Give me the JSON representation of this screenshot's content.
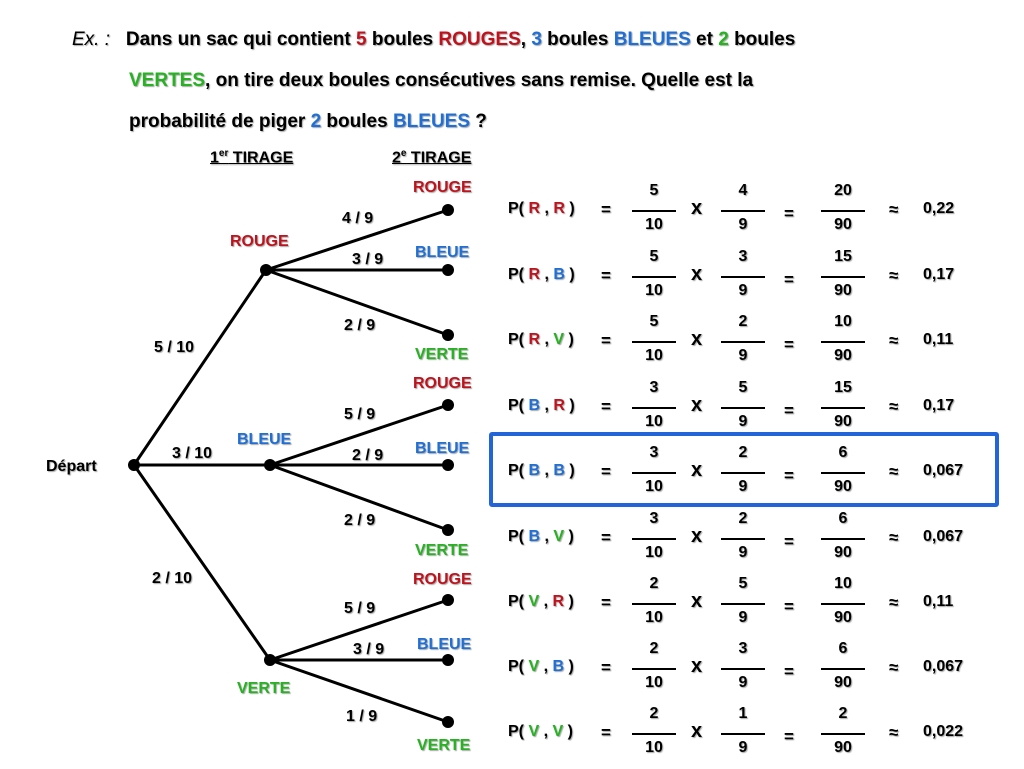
{
  "problem": {
    "ex": "Ex. :",
    "l1_a": "Dans un sac qui contient ",
    "n_red": "5",
    "l1_b": " boules ",
    "rouges": "ROUGES",
    "comma": ", ",
    "n_blue": "3",
    "l1_c": " boules ",
    "bleues": "BLEUES",
    "l1_d": " et ",
    "n_green": "2",
    "l1_e": " boules",
    "vertes": "VERTES",
    "l2": ", on tire deux boules consécutives sans remise. Quelle est la",
    "l3_a": "probabilité de piger ",
    "n_two": "2",
    "l3_b": " boules ",
    "bleues2": "BLEUES",
    "l3_c": " ?"
  },
  "headers": {
    "t1_num": "1",
    "t1_sup": "er",
    "t1_rest": " TIRAGE",
    "t2_num": "2",
    "t2_sup": "e",
    "t2_rest": " TIRAGE"
  },
  "tree": {
    "start": "Départ",
    "first": [
      {
        "label": "ROUGE",
        "prob": "5 / 10"
      },
      {
        "label": "BLEUE",
        "prob": "3 / 10"
      },
      {
        "label": "VERTE",
        "prob": "2 / 10"
      }
    ],
    "second": [
      [
        {
          "label": "ROUGE",
          "prob": "4 / 9"
        },
        {
          "label": "BLEUE",
          "prob": "3 / 9"
        },
        {
          "label": "VERTE",
          "prob": "2 / 9"
        }
      ],
      [
        {
          "label": "ROUGE",
          "prob": "5 / 9"
        },
        {
          "label": "BLEUE",
          "prob": "2 / 9"
        },
        {
          "label": "VERTE",
          "prob": "2 / 9"
        }
      ],
      [
        {
          "label": "ROUGE",
          "prob": "5 / 9"
        },
        {
          "label": "BLEUE",
          "prob": "3 / 9"
        },
        {
          "label": "VERTE",
          "prob": "1 / 9"
        }
      ]
    ]
  },
  "rows": [
    {
      "a": "R",
      "b": "R",
      "f1n": "5",
      "f1d": "10",
      "f2n": "4",
      "f2d": "9",
      "f3n": "20",
      "f3d": "90",
      "res": "0,22"
    },
    {
      "a": "R",
      "b": "B",
      "f1n": "5",
      "f1d": "10",
      "f2n": "3",
      "f2d": "9",
      "f3n": "15",
      "f3d": "90",
      "res": "0,17"
    },
    {
      "a": "R",
      "b": "V",
      "f1n": "5",
      "f1d": "10",
      "f2n": "2",
      "f2d": "9",
      "f3n": "10",
      "f3d": "90",
      "res": "0,11"
    },
    {
      "a": "B",
      "b": "R",
      "f1n": "3",
      "f1d": "10",
      "f2n": "5",
      "f2d": "9",
      "f3n": "15",
      "f3d": "90",
      "res": "0,17"
    },
    {
      "a": "B",
      "b": "B",
      "f1n": "3",
      "f1d": "10",
      "f2n": "2",
      "f2d": "9",
      "f3n": "6",
      "f3d": "90",
      "res": "0,067"
    },
    {
      "a": "B",
      "b": "V",
      "f1n": "3",
      "f1d": "10",
      "f2n": "2",
      "f2d": "9",
      "f3n": "6",
      "f3d": "90",
      "res": "0,067"
    },
    {
      "a": "V",
      "b": "R",
      "f1n": "2",
      "f1d": "10",
      "f2n": "5",
      "f2d": "9",
      "f3n": "10",
      "f3d": "90",
      "res": "0,11"
    },
    {
      "a": "V",
      "b": "B",
      "f1n": "2",
      "f1d": "10",
      "f2n": "3",
      "f2d": "9",
      "f3n": "6",
      "f3d": "90",
      "res": "0,067"
    },
    {
      "a": "V",
      "b": "V",
      "f1n": "2",
      "f1d": "10",
      "f2n": "1",
      "f2d": "9",
      "f3n": "2",
      "f3d": "90",
      "res": "0,022"
    }
  ],
  "symbols": {
    "times": "x",
    "equals": "=",
    "approx": "≈",
    "p_open": "P( ",
    "sep": " , ",
    "p_close": " )"
  },
  "colors": {
    "R": "#c0121c",
    "B": "#1f6fd6",
    "V": "#27b222",
    "highlight": "#2165d9"
  }
}
